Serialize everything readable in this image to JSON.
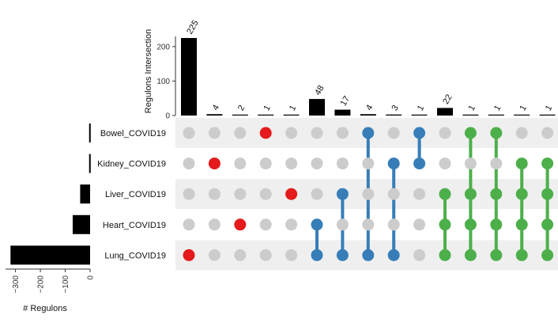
{
  "chart_data": {
    "type": "upset",
    "colors": {
      "bar": "#000000",
      "inactive_dot": "#cccccc",
      "row_shade": "#efefef",
      "single_set": "#e41a1c",
      "two_set": "#377eb8",
      "multi_set": "#4daf4a"
    },
    "sets": [
      "Bowel_COVID19",
      "Kidney_COVID19",
      "Liver_COVID19",
      "Heart_COVID19",
      "Lung_COVID19"
    ],
    "set_sizes": [
      4,
      4,
      40,
      70,
      320
    ],
    "set_axis": {
      "title": "# Regulons",
      "ticks": [
        0,
        -100,
        -200,
        -300
      ],
      "tick_labels": [
        "0",
        "−100",
        "−200",
        "−300"
      ],
      "range": [
        0,
        -340
      ]
    },
    "intersection_axis": {
      "title": "Regulons Intersection",
      "ticks": [
        0,
        100,
        200
      ],
      "tick_labels": [
        "0",
        "100",
        "200"
      ],
      "range": [
        0,
        225
      ]
    },
    "intersections": [
      {
        "sets": [
          "Lung_COVID19"
        ],
        "size": 225,
        "label": "225",
        "group": "single"
      },
      {
        "sets": [
          "Kidney_COVID19"
        ],
        "size": 4,
        "label": "4",
        "group": "single"
      },
      {
        "sets": [
          "Heart_COVID19"
        ],
        "size": 2,
        "label": "2",
        "group": "single"
      },
      {
        "sets": [
          "Bowel_COVID19"
        ],
        "size": 1,
        "label": "1",
        "group": "single"
      },
      {
        "sets": [
          "Liver_COVID19"
        ],
        "size": 1,
        "label": "1",
        "group": "single"
      },
      {
        "sets": [
          "Heart_COVID19",
          "Lung_COVID19"
        ],
        "size": 48,
        "label": "48",
        "group": "pair"
      },
      {
        "sets": [
          "Liver_COVID19",
          "Lung_COVID19"
        ],
        "size": 17,
        "label": "17",
        "group": "pair"
      },
      {
        "sets": [
          "Bowel_COVID19",
          "Lung_COVID19"
        ],
        "size": 4,
        "label": "4",
        "group": "pair"
      },
      {
        "sets": [
          "Kidney_COVID19",
          "Lung_COVID19"
        ],
        "size": 3,
        "label": "3",
        "group": "pair"
      },
      {
        "sets": [
          "Bowel_COVID19",
          "Kidney_COVID19"
        ],
        "size": 1,
        "label": "1",
        "group": "pair"
      },
      {
        "sets": [
          "Liver_COVID19",
          "Heart_COVID19",
          "Lung_COVID19"
        ],
        "size": 22,
        "label": "22",
        "group": "multi"
      },
      {
        "sets": [
          "Bowel_COVID19",
          "Liver_COVID19",
          "Heart_COVID19",
          "Lung_COVID19"
        ],
        "size": 1,
        "label": "1",
        "group": "multi"
      },
      {
        "sets": [
          "Bowel_COVID19",
          "Liver_COVID19",
          "Heart_COVID19",
          "Lung_COVID19"
        ],
        "size": 1,
        "label": "1",
        "group": "multi"
      },
      {
        "sets": [
          "Kidney_COVID19",
          "Liver_COVID19",
          "Heart_COVID19",
          "Lung_COVID19"
        ],
        "size": 1,
        "label": "1",
        "group": "multi"
      },
      {
        "sets": [
          "Kidney_COVID19",
          "Liver_COVID19",
          "Heart_COVID19",
          "Lung_COVID19"
        ],
        "size": 1,
        "label": "1",
        "group": "multi"
      }
    ]
  }
}
